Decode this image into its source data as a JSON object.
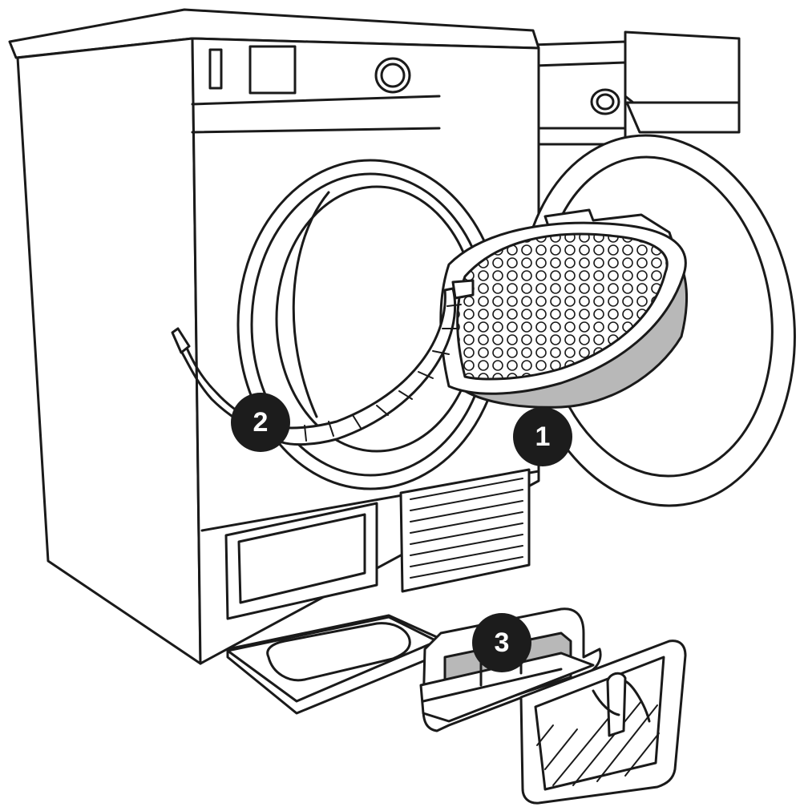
{
  "callouts": [
    {
      "id": "callout-1",
      "label": "1"
    },
    {
      "id": "callout-2",
      "label": "2"
    },
    {
      "id": "callout-3",
      "label": "3"
    }
  ],
  "colors": {
    "line": "#1a1a1a",
    "filter_fill": "#b8b8b8",
    "badge_fill": "#1c1c1c",
    "badge_text": "#ffffff",
    "background": "#ffffff"
  }
}
